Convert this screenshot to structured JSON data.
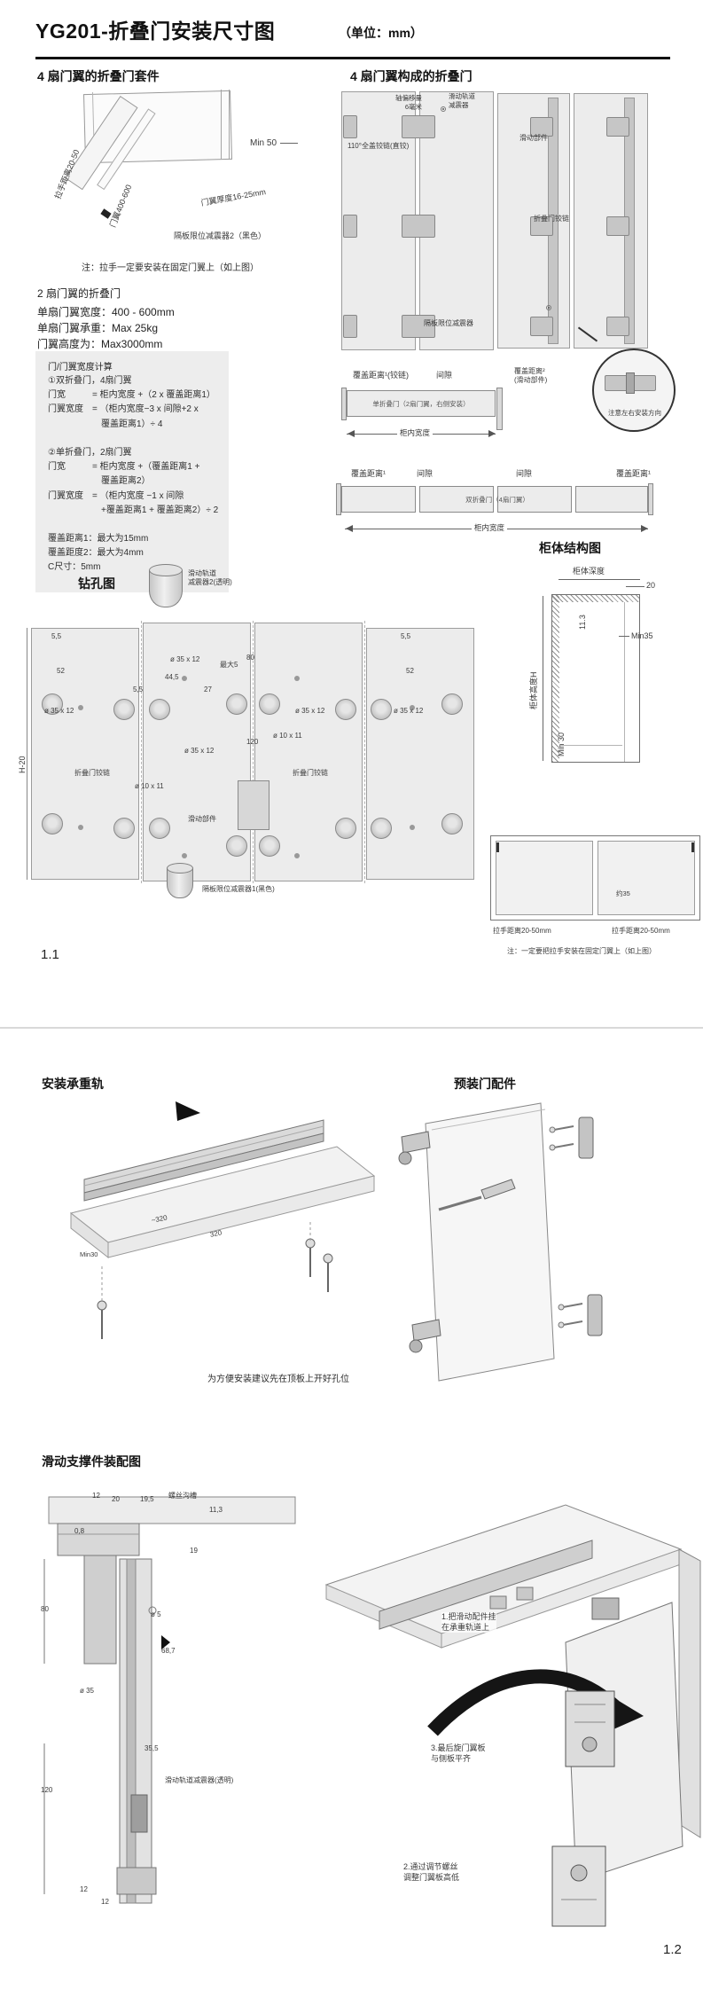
{
  "doc": {
    "title": "YG201-折叠门安装尺寸图",
    "unit": "（单位：mm）"
  },
  "p1": {
    "page_num": "1.1",
    "kit": {
      "heading": "4 扇门翼的折叠门套件",
      "dim_handle": "拉手距离20-50",
      "dim_wing": "门翼400-600",
      "dim_min50": "Min 50",
      "dim_thickness": "门翼厚度16-25mm",
      "damper": "隔板限位减震器2（黑色）",
      "note": "注：拉手一定要安装在固定门翼上（如上图）"
    },
    "spec": {
      "heading": "2 扇门翼的折叠门",
      "width": "单扇门翼宽度：400 - 600mm",
      "load": "单扇门翼承重：Max 25kg",
      "height": "门翼高度为：Max3000mm"
    },
    "calc": {
      "title": "门/门翼宽度计算",
      "body": "①双折叠门，4扇门翼\n门宽　　　= 柜内宽度 +（2 x 覆盖距离1）\n门翼宽度　= （柜内宽度−3 x 间隙+2 x\n　　　　　　覆盖距离1）÷ 4\n\n②单折叠门，2扇门翼\n门宽　　　= 柜内宽度 +（覆盖距离1 +\n　　　　　　覆盖距离2）\n门翼宽度　= （柜内宽度 −1 x 间隙\n　　　　　　+覆盖距离1 + 覆盖距离2）÷ 2\n\n覆盖距离1：最大为15mm\n覆盖距度2：最大为4mm\nC尺寸：5mm"
    },
    "composed": {
      "heading": "4 扇门翼构成的折叠门",
      "axis_offset": "轴偏移量\n6毫米",
      "rail_damper": "滑动轨道\n减震器",
      "hinge110": "110°全盖铰链(直铰)",
      "slide_part": "滑动部件",
      "fold_hinge": "折叠门铰链",
      "shelf_damper": "隔板限位减震器",
      "circle_note": "注意左右安装方向"
    },
    "sec1": {
      "cover1": "覆盖距离¹(铰链)",
      "gap": "间隙",
      "cover2": "覆盖距离²\n(滑动部件)",
      "bar": "单折叠门（2扇门翼，右侧安装）",
      "dim": "柜内宽度"
    },
    "sec2": {
      "cover1_l": "覆盖距离¹",
      "gap1": "间隙",
      "gap2": "间隙",
      "cover1_r": "覆盖距离¹",
      "bar": "双折叠门（4扇门翼）",
      "dim": "柜内宽度"
    },
    "cabinet": {
      "heading": "柜体结构图",
      "depth": "柜体深度",
      "d20": "20",
      "d113": "11.3",
      "min35": "Min35",
      "height": "柜体高度H",
      "min30": "Min 30"
    },
    "front": {
      "d35": "约35",
      "handle_l": "拉手距离20-50mm",
      "handle_r": "拉手距离20-50mm",
      "note": "注：一定要把拉手安装在固定门翼上（如上图）"
    },
    "drill": {
      "heading": "钻孔图",
      "rail_damper": "滑动轨道\n减震器2(透明)",
      "shelf_damper": "隔板限位减震器1(黑色)",
      "h20": "H-20",
      "c1": "5,5",
      "c2": "52",
      "c3": "ø 35 x 12",
      "c4": "折叠门铰链",
      "m1": "5,5",
      "m2": "ø 35 x 12",
      "m3": "44,5",
      "m4": "27",
      "m5": "最大5",
      "m6": "80",
      "m7": "120",
      "m8": "ø 35 x 12",
      "m9": "ø 10 x 11",
      "m10": "滑动部件",
      "r1": "ø 10 x 11",
      "r2": "折叠门铰链",
      "r3": "ø 35 x 12",
      "q1": "5,5",
      "q2": "52",
      "q3": "ø 35 x 12"
    }
  },
  "p2": {
    "page_num": "1.2",
    "rail": {
      "heading": "安装承重轨",
      "dim_a": "~320",
      "dim_b": "320",
      "min30": "Min30",
      "note": "为方便安装建议先在顶板上开好孔位"
    },
    "pre": {
      "heading": "预装门配件"
    },
    "slide": {
      "heading": "滑动支撑件装配图",
      "d12a": "12",
      "d20": "20",
      "d195": "19,5",
      "groove": "螺丝沟槽",
      "d113": "11,3",
      "d08": "0,8",
      "d19": "19",
      "d80": "80",
      "d5": "ø 5",
      "d687": "68,7",
      "d35": "ø 35",
      "d355": "35,5",
      "d120": "120",
      "damper": "滑动轨道减震器(透明)",
      "d12b": "12",
      "d12c": "12"
    },
    "steps": {
      "s1": "1.把滑动配件挂\n在承重轨道上",
      "s2": "2.通过调节螺丝\n调整门翼板高低",
      "s3": "3.最后旋门翼板\n与侧板平齐"
    }
  }
}
